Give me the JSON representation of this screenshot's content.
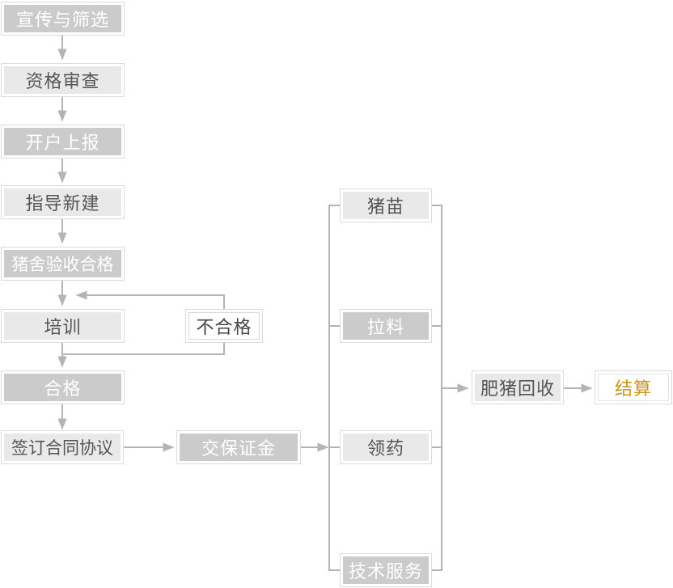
{
  "diagram": {
    "steps": {
      "publicity": "宣传与筛选",
      "qualification": "资格审查",
      "open_account": "开户上报",
      "guide_build": "指导新建",
      "pigsty_accept": "猪舍验收合格",
      "training": "培训",
      "unqualified": "不合格",
      "qualified": "合格",
      "sign_contract": "签订合同协议",
      "deposit": "交保证金",
      "piglets": "猪苗",
      "feed": "拉料",
      "medicine": "领药",
      "tech_service": "技术服务",
      "hog_recycle": "肥猪回收",
      "settlement": "结算"
    },
    "colors": {
      "dark_fill": "#cbcbcb",
      "light_fill": "#e9e9e9",
      "line": "#b4b4b4",
      "accent_text": "#c8961a"
    }
  }
}
